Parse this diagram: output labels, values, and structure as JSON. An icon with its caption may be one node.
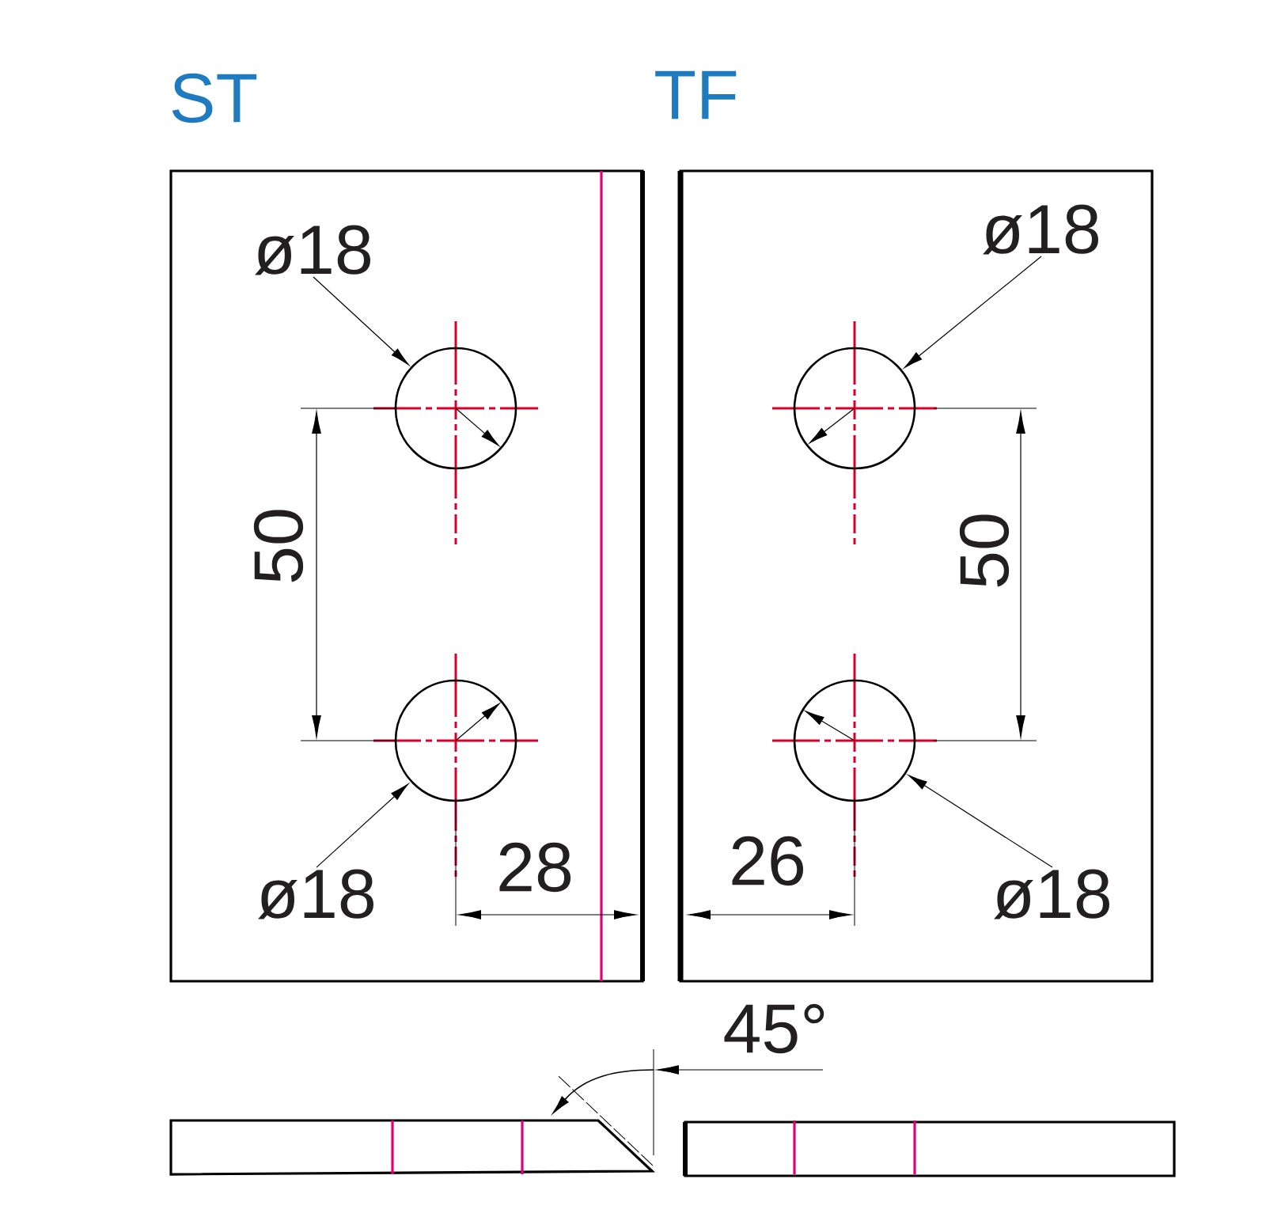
{
  "diagram": {
    "nodes": [
      {
        "text": [
          "ø18"
        ]
      },
      {
        "text": [],
        "shape": "circle"
      },
      {
        "text": [
          "ø18"
        ]
      },
      {
        "text": [],
        "shape": "circle"
      },
      {
        "text": [],
        "shape": "circle"
      },
      {
        "text": [],
        "shape": "circle"
      },
      {
        "text": [
          "ø18"
        ]
      },
      {
        "text": [
          "ø18"
        ]
      }
    ],
    "edges": [
      {
        "from": 0,
        "to": 1,
        "arrow": "to"
      },
      {
        "from": 2,
        "to": 3,
        "arrow": "to"
      },
      {
        "from": 6,
        "to": 4,
        "arrow": "to"
      },
      {
        "from": 7,
        "to": 5,
        "arrow": "to"
      }
    ],
    "labels": [
      "ST",
      "TF",
      "50",
      "50",
      "28",
      "26",
      "45°"
    ]
  }
}
